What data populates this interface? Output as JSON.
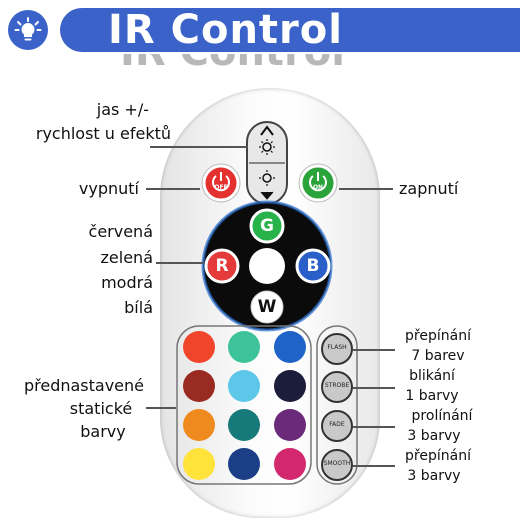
{
  "header": {
    "title": "IR Control",
    "icon": "lightbulb-icon",
    "accent": "#3a62c9"
  },
  "labels": {
    "jas": "jas +/-",
    "rychlost": "rychlost u efektů",
    "vypnuti": "vypnutí",
    "zapnuti": "zapnutí",
    "cervena": "červená",
    "zelena": "zelená",
    "modra": "modrá",
    "bila": "bílá",
    "prednastavene": "přednastavené",
    "staticke": "statické",
    "barvy": "barvy",
    "flash_a": "přepínání",
    "flash_b": "7 barev",
    "strobe_a": "blikání",
    "strobe_b": "1 barvy",
    "fade_a": "prolínání",
    "fade_b": "3 barvy",
    "smooth_a": "přepínání",
    "smooth_b": "3 barvy"
  },
  "buttons": {
    "off": "OFF",
    "on": "ON",
    "g": "G",
    "r": "R",
    "b": "B",
    "w": "W",
    "flash": "FLASH",
    "strobe": "STROBE",
    "fade": "FADE",
    "smooth": "SMOOTH"
  },
  "colors": {
    "grid": [
      [
        "#f0452b",
        "#3cc39a",
        "#1f63c8"
      ],
      [
        "#9a2b22",
        "#5cc7e8",
        "#1b1d3a"
      ],
      [
        "#ef8a1f",
        "#177a7a",
        "#6b2a7a"
      ],
      [
        "#ffe23a",
        "#1a3f86",
        "#d4286e"
      ]
    ]
  }
}
